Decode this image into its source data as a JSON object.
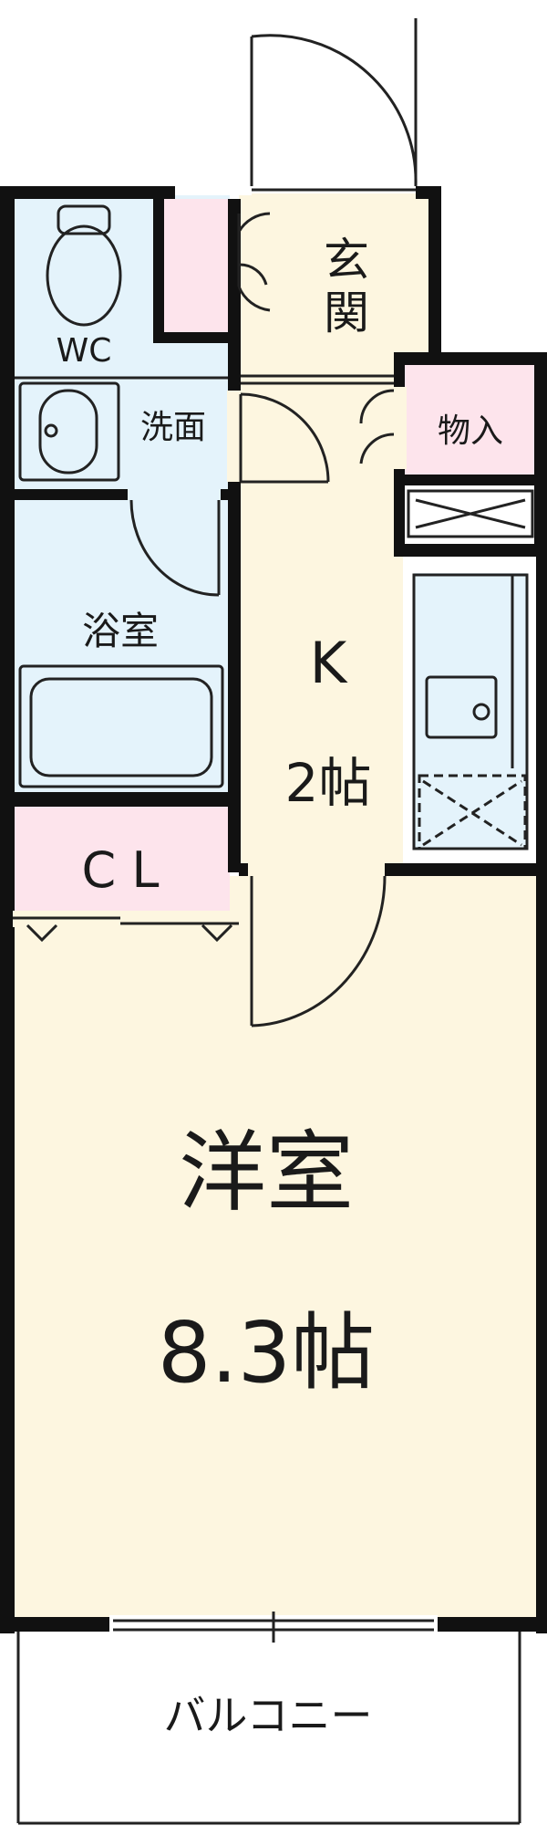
{
  "rooms": {
    "entrance": {
      "label_line1": "玄",
      "label_line2": "関"
    },
    "wc": {
      "label": "WC"
    },
    "washroom": {
      "label": "洗面"
    },
    "storage": {
      "label": "物入"
    },
    "bathroom": {
      "label": "浴室"
    },
    "kitchen": {
      "label": "K",
      "size": "2帖"
    },
    "closet": {
      "label": "C L"
    },
    "western_room": {
      "label": "洋室",
      "size": "8.3帖"
    },
    "balcony": {
      "label": "バルコニー"
    }
  },
  "colors": {
    "wall": "#111111",
    "floor_beige": "#fdf6e0",
    "wet_area_blue": "#e4f3fb",
    "storage_pink": "#fde4ec",
    "fixture_line": "#222222"
  }
}
